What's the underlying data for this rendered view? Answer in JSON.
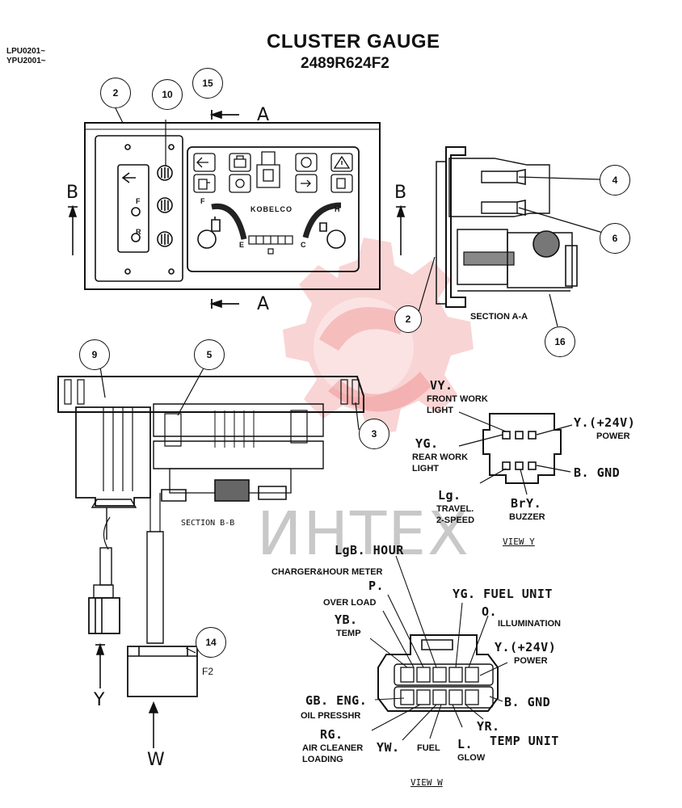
{
  "header": {
    "serial_line1": "LPU0201~",
    "serial_line2": "YPU2001~",
    "title": "CLUSTER GAUGE",
    "part_number": "2489R624F2"
  },
  "callouts": {
    "c2_top": "2",
    "c10": "10",
    "c15": "15",
    "c4": "4",
    "c6": "6",
    "c2_side": "2",
    "c16": "16",
    "c9": "9",
    "c5": "5",
    "c3": "3",
    "c14": "14"
  },
  "section_markers": {
    "a_top": "A",
    "a_bottom": "A",
    "b_left": "B",
    "b_right": "B",
    "y_arrow": "Y",
    "w_arrow": "W"
  },
  "front_panel": {
    "brand": "KOBELCO",
    "fuel_f": "F",
    "temp_h": "H",
    "temp_c": "C",
    "fuel_e": "E",
    "switch_f": "F",
    "switch_r": "R"
  },
  "section_titles": {
    "section_aa": "SECTION A-A",
    "section_bb": "SECTION B-B",
    "connector_f2": "F2",
    "view_y": "VIEW Y",
    "view_w": "VIEW W"
  },
  "view_y_pins": {
    "vy_code": "VY.",
    "vy_desc1": "FRONT WORK",
    "vy_desc2": "LIGHT",
    "yg_code": "YG.",
    "yg_desc1": "REAR WORK",
    "yg_desc2": "LIGHT",
    "lg_code": "Lg.",
    "lg_desc1": "TRAVEL.",
    "lg_desc2": "2-SPEED",
    "bry_code": "BrY.",
    "bry_desc": "BUZZER",
    "y_power_code": "Y.(+24V)",
    "y_power_desc": "POWER",
    "b_gnd": "B. GND"
  },
  "view_w_pins": {
    "lgb": "LgB. HOUR",
    "lgb_desc": "CHARGER&HOUR METER",
    "p_code": "P.",
    "p_desc": "OVER LOAD",
    "yb_code": "YB.",
    "yb_desc": "TEMP",
    "yg_fuel": "YG. FUEL UNIT",
    "o_code": "O.",
    "o_desc": "ILLUMINATION",
    "y_power_code": "Y.(+24V)",
    "y_power_desc": "POWER",
    "b_gnd": "B. GND",
    "gb_code": "GB. ENG.",
    "gb_desc": "OIL PRESSHR",
    "rg_code": "RG.",
    "rg_desc1": "AIR CLEANER",
    "rg_desc2": "LOADING",
    "yw_code": "YW.",
    "yw_desc": "FUEL",
    "l_code": "L.",
    "l_desc": "GLOW",
    "yr_code": "YR.",
    "yr_desc": "TEMP UNIT"
  },
  "watermark": {
    "text": "ИНТЕХ",
    "color": "#e53a3a"
  }
}
